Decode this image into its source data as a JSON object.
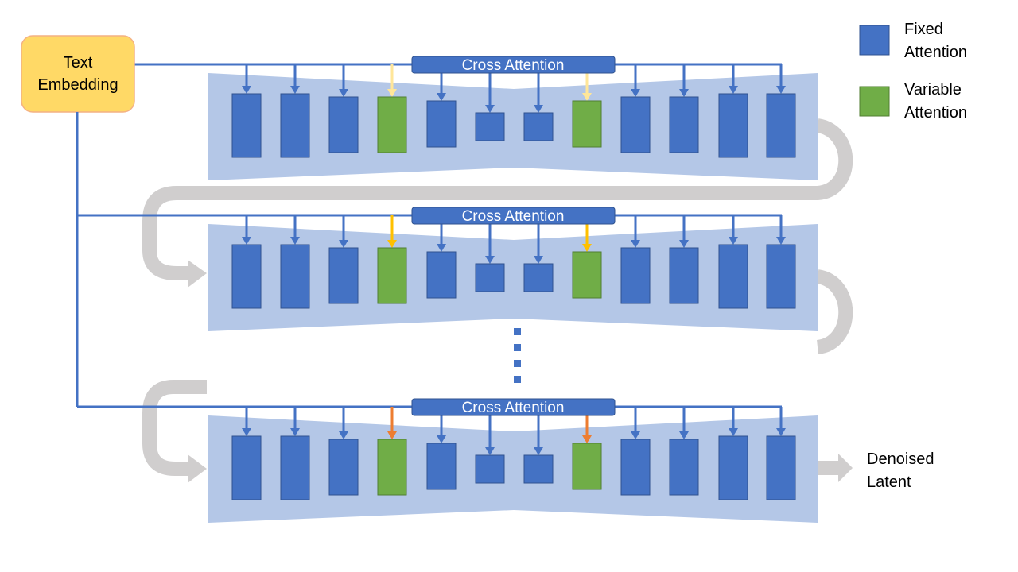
{
  "text_embedding": {
    "line1": "Text",
    "line2": "Embedding"
  },
  "cross_attention_label": "Cross Attention",
  "legend": {
    "fixed": {
      "line1": "Fixed",
      "line2": "Attention",
      "color": "#4472c4"
    },
    "variable": {
      "line1": "Variable",
      "line2": "Attention",
      "color": "#70ad47"
    }
  },
  "output": {
    "line1": "Denoised",
    "line2": "Latent"
  },
  "colors": {
    "unet_band": "#b4c7e7",
    "fixed_block": "#4472c4",
    "variable_block": "#70ad47",
    "embedding_fill": "#ffd966",
    "embedding_border": "#f4b183",
    "flow_arrow": "#d0cece",
    "variable_arrow_stage1": "#ffe699",
    "variable_arrow_stage2": "#ffc000",
    "variable_arrow_stage3": "#ed7d31"
  },
  "stages": [
    {
      "name": "stage-1",
      "variable_arrow": "variable_arrow_stage1"
    },
    {
      "name": "stage-2",
      "variable_arrow": "variable_arrow_stage2"
    },
    {
      "name": "stage-3",
      "variable_arrow": "variable_arrow_stage3"
    }
  ],
  "block_types": [
    "fixed",
    "fixed",
    "fixed",
    "variable",
    "fixed",
    "fixed",
    "fixed",
    "variable",
    "fixed",
    "fixed",
    "fixed",
    "fixed"
  ]
}
